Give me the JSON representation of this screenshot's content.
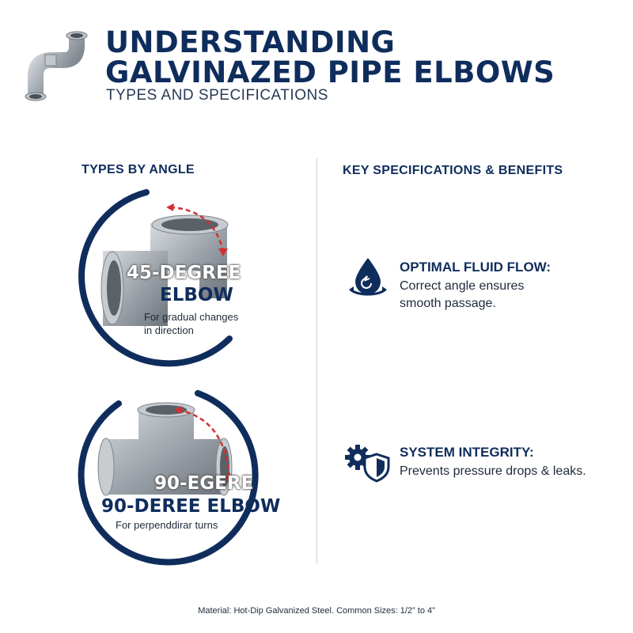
{
  "header": {
    "title_line1": "UNDERSTANDING",
    "title_line2": "GALVINAZED PIPE ELBOWS",
    "subtitle": "TYPES AND SPECIFICATIONS",
    "logo_icon": "pipe-elbow-icon"
  },
  "left": {
    "heading": "TYPES BY ANGLE",
    "items": [
      {
        "label_line1": "45-DEGREE",
        "label_line2": "ELBOW",
        "desc_line1": "For gradual changes",
        "desc_line2": "in direction"
      },
      {
        "label_line1": "90-EGERE",
        "label_line2": "90-DEREE ELBOW",
        "desc_line1": "For perpenddirar turns"
      }
    ]
  },
  "right": {
    "heading": "KEY SPECIFICATIONS & BENEFITS",
    "specs": [
      {
        "icon": "fluid-flow-icon",
        "title": "OPTIMAL FLUID FLOW:",
        "text_line1": "Correct angle ensures",
        "text_line2": "smooth passage."
      },
      {
        "icon": "gear-shield-icon",
        "title": "SYSTEM INTEGRITY:",
        "text_line1": "Prevents pressure drops & leaks."
      }
    ]
  },
  "footer": {
    "text": "Material: Hot-Dip Galvanized Steel. Common Sizes: 1/2” to 4”"
  },
  "colors": {
    "navy": "#0f2d5c",
    "accent_red": "#d32f2f",
    "steel": "#a7adb4"
  }
}
